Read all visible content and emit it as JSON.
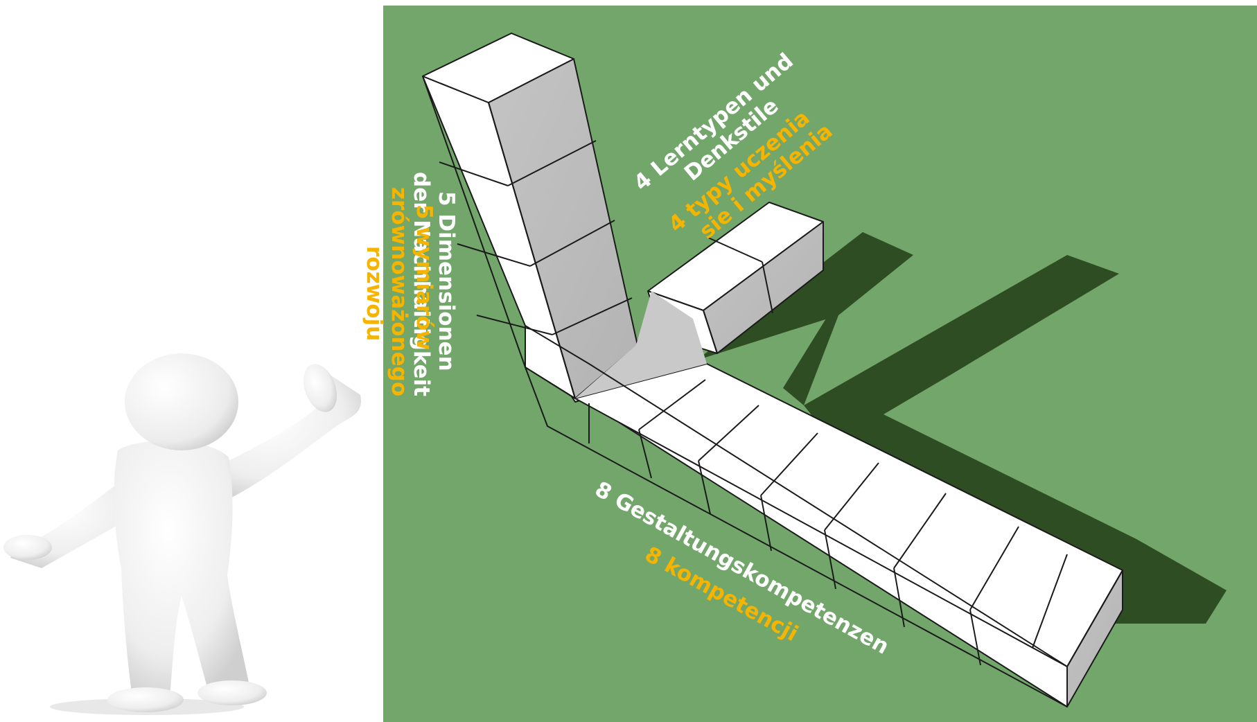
{
  "labels": {
    "lerntypen_line1": "4 Lerntypen und",
    "lerntypen_line2": "Denkstile",
    "typy_line1": "4 typy uczenia",
    "typy_line2": "sie i myślenia",
    "dimensionen_line1": "5 Dimensionen",
    "dimensionen_line2": "der Nachhaltigkeit",
    "wymiarow_line1": "5 wymiarów",
    "wymiarow_line2": "zrównoważonego",
    "wymiarow_line3": "rozwoju",
    "gestaltung": "8 Gestaltungskompetenzen",
    "kompetencji": "8 kompetencji"
  },
  "colors": {
    "background_green": "#72a66b",
    "shadow": "#2e4d22",
    "cube_top": "#ffffff",
    "cube_side": "#bdbdbd",
    "label_white": "#ffffff",
    "label_orange": "#f5b400"
  }
}
